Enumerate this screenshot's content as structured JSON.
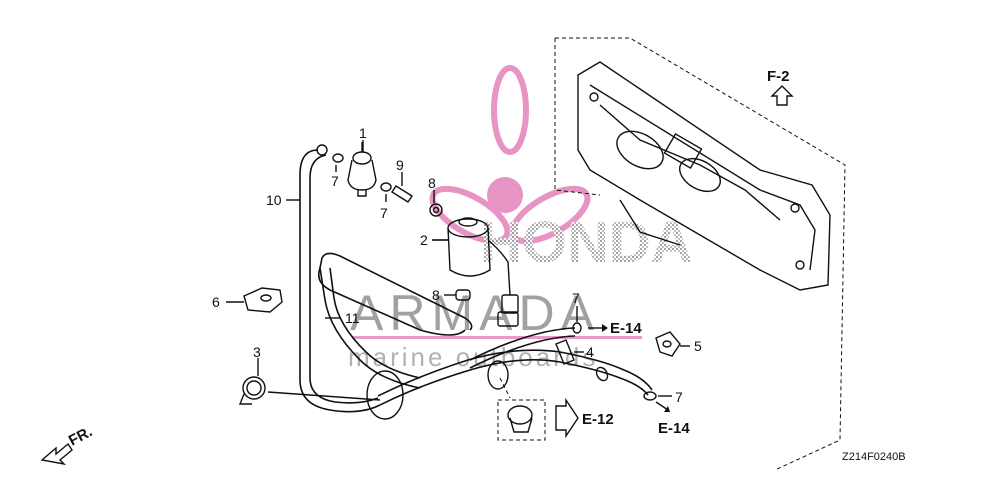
{
  "watermark": {
    "brand": "ARMADA",
    "tagline": "marine outboards",
    "maker": "HONDA"
  },
  "diagram_code": "Z214F0240B",
  "front_label": "FR.",
  "callouts": {
    "c1": "1",
    "c2": "2",
    "c3": "3",
    "c4": "4",
    "c5": "5",
    "c6": "6",
    "c7a": "7",
    "c7b": "7",
    "c7c": "7",
    "c7d": "7",
    "c8a": "8",
    "c8b": "8",
    "c9": "9",
    "c10": "10",
    "c11": "11"
  },
  "refs": {
    "f2": "F-2",
    "e14_top": "E-14",
    "e14_bottom": "E-14",
    "e12": "E-12"
  }
}
